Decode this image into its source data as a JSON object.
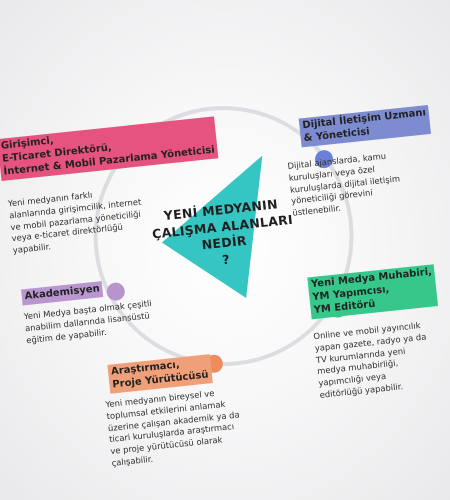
{
  "center": {
    "lines": [
      "YENİ MEDYANIN",
      "ÇALIŞMA ALANLARI",
      "NEDİR",
      "?"
    ]
  },
  "nodes": [
    {
      "title": [
        "Dijital İletişim Uzmanı",
        "& Yöneticisi"
      ],
      "color": "#7d8bd0",
      "dot_color": "#6d80d8",
      "desc": [
        "Dijital ajanslarda, kamu",
        "kuruluşları veya özel",
        "kuruluşlarda dijital iletişim",
        "yöneticiliği görevini",
        "üstlenebilir."
      ]
    },
    {
      "title": [
        "Girişimci,",
        "E-Ticaret Direktörü,",
        "İnternet & Mobil Pazarlama Yöneticisi"
      ],
      "color": "#e5537e",
      "dot_color": "#ea5a83",
      "desc": [
        "Yeni medyanın farklı",
        "alanlarında girişimcilik, internet",
        "ve mobil pazarlama yöneticiliği",
        "veya e-ticaret direktörlüğü",
        "yapabilir."
      ]
    },
    {
      "title": [
        "Akademisyen"
      ],
      "color": "#b996cf",
      "dot_color": "#b894cc",
      "desc": [
        "Yeni Medya başta olmak çeşitli",
        "anabilim dallarında lisansüstü",
        "eğitim de yapabilir."
      ]
    },
    {
      "title": [
        "Yeni Medya Muhabiri,",
        "YM Yapımcısı,",
        "YM Editörü"
      ],
      "color": "#36c88a",
      "dot_color": "#33c28a",
      "desc": [
        "Online ve mobil yayıncılık",
        "yapan gazete, radyo ya da",
        "TV kurumlarında yeni",
        "medya muhabirliği,",
        "yapımcılığı  veya",
        "editörlüğü yapabilir."
      ]
    },
    {
      "title": [
        "Araştırmacı,",
        "Proje Yürütücüsü"
      ],
      "color": "#f0a079",
      "dot_color": "#ef8c5e",
      "desc": [
        "Yeni medyanın bireysel ve",
        "toplumsal etkilerini anlamak",
        "üzerine çalışan akademik ya da",
        "ticari kuruluşlarda araştırmacı",
        "ve proje yürütücüsü olarak",
        "çalışabilir."
      ]
    }
  ],
  "colors": {
    "circle": "#dcdde0",
    "triangle": "#35c5c2"
  }
}
